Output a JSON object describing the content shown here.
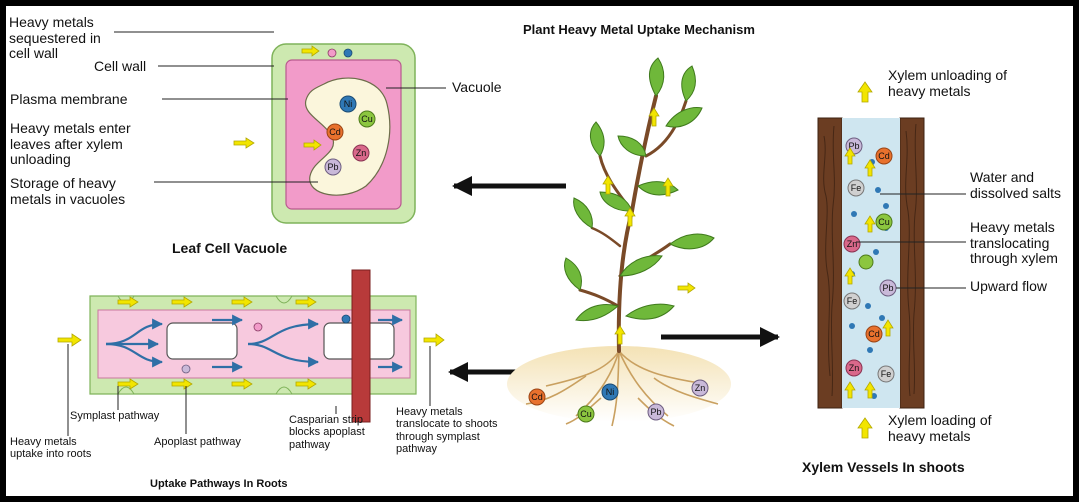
{
  "title": "Plant Heavy Metal Uptake Mechanism",
  "leaf_cell": {
    "heading": "Leaf Cell Vacuole",
    "labels": {
      "sequestered": "Heavy metals\nsequestered in\ncell wall",
      "cell_wall": "Cell wall",
      "plasma_membrane": "Plasma membrane",
      "enter_leaves": "Heavy metals enter\nleaves after xylem\nunloading",
      "storage": "Storage of heavy\nmetals in vacuoles",
      "vacuole": "Vacuole"
    },
    "ions": [
      "Ni",
      "Cu",
      "Cd",
      "Zn",
      "Pb"
    ]
  },
  "roots": {
    "heading": "Uptake Pathways In Roots",
    "labels": {
      "symplast": "Symplast pathway",
      "uptake": "Heavy metals\nuptake into roots",
      "apoplast": "Apoplast pathway",
      "casparian": "Casparian strip\nblocks apoplast\npathway",
      "translocate": "Heavy metals\ntranslocate to shoots\nthrough symplast\npathway"
    },
    "ions": [
      "Cd",
      "Ni",
      "Cu",
      "Pb",
      "Zn"
    ]
  },
  "xylem": {
    "heading": "Xylem Vessels In shoots",
    "labels": {
      "unloading": "Xylem unloading of\nheavy metals",
      "water": "Water and\ndissolved salts",
      "translocating": "Heavy metals\ntranslocating\nthrough xylem",
      "upward": "Upward flow",
      "loading": "Xylem loading of\nheavy metals"
    },
    "ions": [
      "Pb",
      "Cd",
      "Fe",
      "Cu",
      "Zn",
      "Pb",
      "Fe",
      "Cd",
      "Zn",
      "Fe"
    ]
  },
  "colors": {
    "cell_wall": "#cde9b0",
    "cytoplasm": "#f29bc9",
    "vacuole": "#fbf6dc",
    "xylem_fluid": "#cfe6f0",
    "xylem_wall": "#6b3d22",
    "arrow_yellow": "#f2e500",
    "flow_blue": "#2f6fa6",
    "leaf_green": "#6fb83a",
    "root_tan": "#e6c98a",
    "ion_cd": "#e8712d",
    "ion_ni": "#2f78b5",
    "ion_cu": "#8cc63f",
    "ion_zn": "#d9688a",
    "ion_pb": "#c9b9d9",
    "ion_fe": "#d0d0d0"
  }
}
